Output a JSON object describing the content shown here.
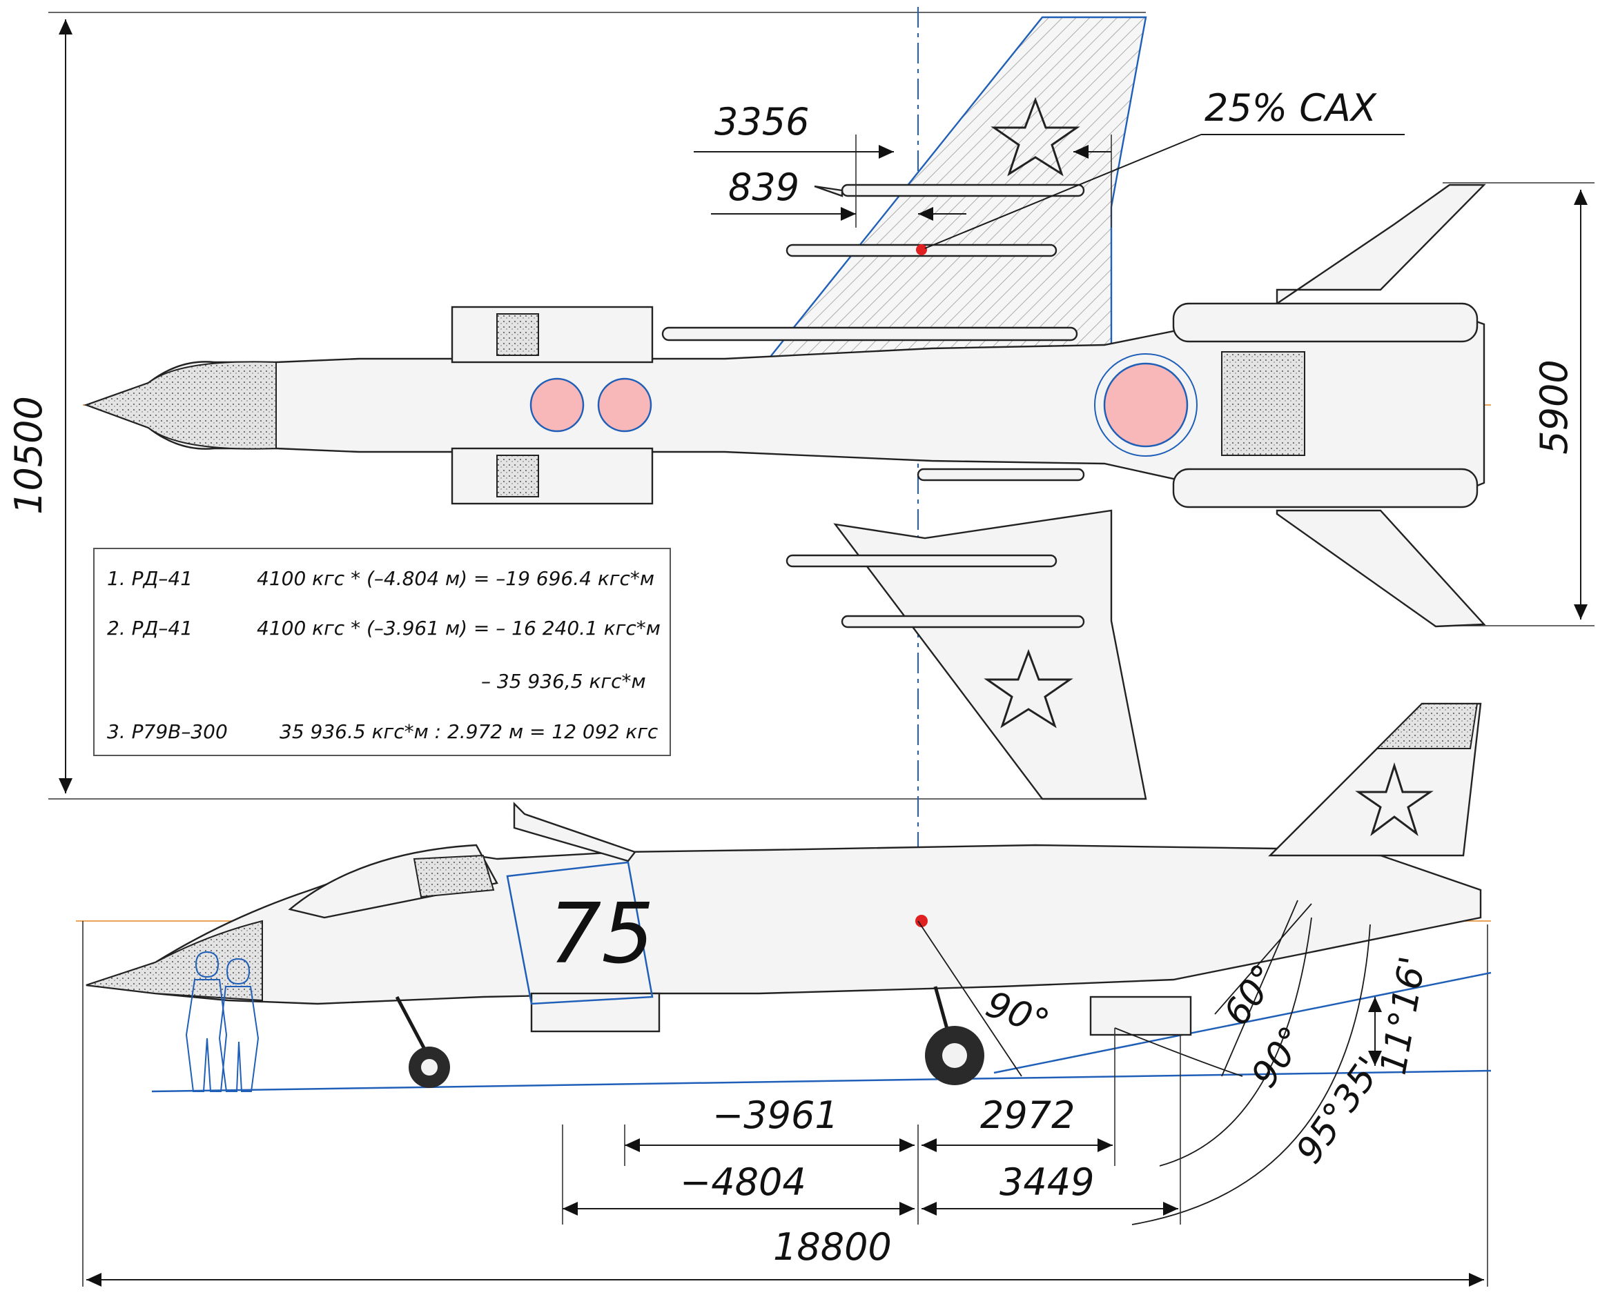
{
  "title_dims": {
    "overall_height": "10500",
    "stab_span": "5900",
    "overall_length": "18800",
    "dim_3356": "3356",
    "dim_839": "839",
    "mac_label": "25% САХ"
  },
  "side_dims": {
    "d_neg3961": "−3961",
    "d_2972": "2972",
    "d_neg4804": "−4804",
    "d_3449": "3449",
    "a_90_a": "90°",
    "a_60": "60°",
    "a_90_b": "90°",
    "a_95_35": "95°35'",
    "a_11_16": "11°16'"
  },
  "side_number": "75",
  "notes": {
    "row1_label": "1. РД–41",
    "row1_calc": "4100 кгс  * (–4.804 м) = –19 696.4 кгс*м",
    "row2_label": "2. РД–41",
    "row2_calc": "4100 кгс  * (–3.961 м) = –  16 240.1 кгс*м",
    "row_total": "–  35 936,5 кгс*м",
    "row3_label": "3. Р79В–300",
    "row3_calc": "35 936.5 кгс*м  :  2.972  м  = 12 092 кгс"
  },
  "colors": {
    "construction_blue": "#1f5fb8",
    "reference_orange": "#e8a25a",
    "nozzle_pink": "#f8b7b9",
    "cg_red": "#e02020"
  }
}
